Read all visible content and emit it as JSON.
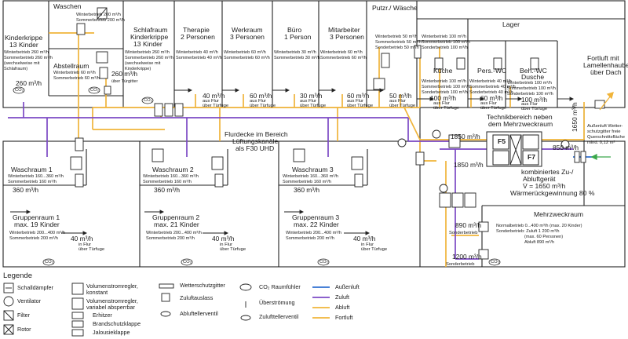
{
  "colors": {
    "walls": "#222222",
    "outside_air": "#2f6fd0",
    "supply_air": "#7b49c4",
    "exhaust_air": "#f0b43a",
    "return_air": "#f0b43a",
    "outdoor_arrow": "#3aa84a"
  },
  "rooms": {
    "kinderkrippe": {
      "name": "Kinderkrippe",
      "capacity": "13 Kinder",
      "winter": "Winterbetrieb 260 m³/h",
      "summer": "Sommerbetrieb 260 m³/h",
      "note": "(wechselweise mit",
      "note2": "Schlafraum)",
      "flow": "260 m³/h"
    },
    "waschen": {
      "name": "Waschen",
      "winter": "Winterbetrieb 200 m³/h",
      "summer": "Sommerbetrieb 200 m³/h"
    },
    "abstellraum": {
      "name": "Abstellraum",
      "winter": "Winterbetrieb 60 m³/h",
      "summer": "Sommerbetrieb 60 m³/h",
      "flow": "260 m³/h",
      "overflow": "über Türgitter"
    },
    "schlafraum": {
      "name": "Schlafraum",
      "subtitle": "Kinderkrippe",
      "capacity": "13 Kinder",
      "winter": "Winterbetrieb 260 m³/h",
      "summer": "Sommerbetrieb 260 m³/h",
      "note": "(wechselweise mit",
      "note2": "Kinderkrippe)"
    },
    "therapie": {
      "name": "Therapie",
      "capacity": "2 Personen",
      "winter": "Winterbetrieb 40 m³/h",
      "summer": "Sommerbetrieb 40 m³/h",
      "flow": "40 m³/h",
      "flow_note": "aus Flur",
      "flow_note2": "über Türfuge"
    },
    "werkraum": {
      "name": "Werkraum",
      "capacity": "3 Personen",
      "winter": "Winterbetrieb 60 m³/h",
      "summer": "Sommerbetrieb 60 m³/h",
      "flow": "60 m³/h",
      "flow_note": "aus Flur",
      "flow_note2": "über Türfuge"
    },
    "buero": {
      "name": "Büro",
      "capacity": "1 Person",
      "winter": "Winterbetrieb 30 m³/h",
      "summer": "Sommerbetrieb 30 m³/h",
      "flow": "30 m³/h",
      "flow_note": "aus Flur",
      "flow_note2": "über Türfuge"
    },
    "mitarbeiter": {
      "name": "Mitarbeiter",
      "capacity": "3 Personen",
      "winter": "Winterbetrieb 60 m³/h",
      "summer": "Sommerbetrieb 60 m³/h",
      "flow": "60 m³/h",
      "flow_note": "aus Flur",
      "flow_note2": "über Türfuge"
    },
    "putzr": {
      "name": "Putzr./ Wäsche",
      "winter": "Winterbetrieb 50 m³/h",
      "summer": "Sommerbetrieb 50 m³/h",
      "extra": "Sonderbetrieb 50 m³/h",
      "flow": "50 m³/h",
      "flow_note": "aus Flur",
      "flow_note2": "über Türfuge"
    },
    "lager": {
      "name": "Lager"
    },
    "lager_kueche": {
      "winter": "Winterbetrieb 100 m³/h",
      "summer": "Sommerbetrieb 100 m³/h",
      "extra": "Sonderbetrieb 100 m³/h"
    },
    "kueche": {
      "name": "Küche",
      "winter": "Winterbetrieb 100 m³/h",
      "summer": "Sommerbetrieb 100 m³/h",
      "extra": "Sonderbetrieb 100 m³/h",
      "flow": "100 m³/h",
      "flow_note": "aus Flur",
      "flow_note2": "über Türfuge"
    },
    "perswc": {
      "name": "Pers.-WC",
      "winter": "Winterbetrieb 40 m³/h",
      "summer": "Sommerbetrieb 40 m³/h",
      "extra": "Sonderbetrieb 40 m³/h",
      "flow": "60 m³/h",
      "flow_note": "aus Flur",
      "flow_note2": "über Türfuge"
    },
    "behwc": {
      "name": "Beh.-WC",
      "subtitle": "Dusche",
      "winter": "Winterbetrieb 100 m³/h",
      "summer": "Sommerbetrieb 100 m³/h",
      "extra": "Sonderbetrieb 100 m³/h",
      "flow": "100 m³/h",
      "flow_note": "aus Flur",
      "flow_note2": "über Türfuge"
    },
    "waschraum1": {
      "name": "Waschraum 1",
      "winter": "Winterbetrieb 160...360 m³/h",
      "summer": "Sommerbetrieb 160 m³/h",
      "flow": "360 m³/h"
    },
    "waschraum2": {
      "name": "Waschraum 2",
      "winter": "Winterbetrieb 160...360 m³/h",
      "summer": "Sommerbetrieb 160 m³/h",
      "flow": "360 m³/h"
    },
    "waschraum3": {
      "name": "Waschraum 3",
      "winter": "Winterbetrieb 160...360 m³/h",
      "summer": "Sommerbetrieb 160 m³/h",
      "flow": "360 m³/h"
    },
    "gruppe1": {
      "name": "Gruppenraum 1",
      "capacity": "max. 19 Kinder",
      "winter": "Winterbetrieb 200...400 m³/h",
      "summer": "Sommerbetrieb 200 m³/h",
      "flow": "40 m³/h",
      "flow_note": "in Flur",
      "flow_note2": "über Türfuge"
    },
    "gruppe2": {
      "name": "Gruppenraum 2",
      "capacity": "max. 21 Kinder",
      "winter": "Winterbetrieb 200...400 m³/h",
      "summer": "Sommerbetrieb 200 m³/h",
      "flow": "40 m³/h",
      "flow_note": "in Flur",
      "flow_note2": "über Türfuge"
    },
    "gruppe3": {
      "name": "Gruppenraum 3",
      "capacity": "max. 22 Kinder",
      "winter": "Winterbetrieb 200...400 m³/h",
      "summer": "Sommerbetrieb 200 m³/h",
      "flow": "40 m³/h",
      "flow_note": "in Flur",
      "flow_note2": "über Türfuge"
    },
    "mehrzweck": {
      "name": "Mehrzweckraum",
      "line1": "Normalbetrieb 0...400 m³/h (max. 20 Kinder)",
      "line2": "Sonderbetrieb: Zuluft 1 200 m³/h",
      "line3": "(max. 60 Personen)",
      "line4": "Abluft 890 m³/h",
      "flow_a": "890 m³/h",
      "flow_a_note": "Sonderbetrieb",
      "flow_b": "1200 m³/h",
      "flow_b_note": "Sonderbetrieb"
    },
    "flurdecke": {
      "line1": "Flurdecke im Bereich",
      "line2": "Lüftungskanäle",
      "line3": "als F30 UHD"
    },
    "technik": {
      "line1": "Technikbereich neben",
      "line2": "dem Mehrzweckraum"
    }
  },
  "unit": {
    "line1": "kombiniertes Zu-/",
    "line2": "Abluftgerät",
    "line3": "V̇ = 1650 m³/h",
    "line4": "Wärmerückgewinnung 80 %",
    "fan_supply": "F5",
    "fan_exhaust": "F7",
    "flow_top": "1850 m³/h",
    "flow_bottom": "1850 m³/h",
    "flow_right": "850 m³/h",
    "flow_vertical": "1650 m³/h"
  },
  "outside": {
    "fortluft_line1": "Fortluft mit",
    "fortluft_line2": "Lamellenhaube",
    "fortluft_line3": "über Dach",
    "aussenluft_line1": "Außenluft Wetter-",
    "aussenluft_line2": "schutzgitter freie",
    "aussenluft_line3": "Querschnittsfläche",
    "aussenluft_line4": "mind. 0,12 m²"
  },
  "sensor": "CO₂",
  "legend": {
    "title": "Legende",
    "col1": [
      "Schalldämpfer",
      "Ventilator",
      "Filter",
      "Rotor"
    ],
    "col2a": "Volumenstromregler,",
    "col2a2": "konstant",
    "col2b": "Volumenstromregler,",
    "col2b2": "variabel absperrbar",
    "col2c": "Erhitzer",
    "col2d": "Brandschutzklappe",
    "col2e": "Jalousieklappe",
    "col3": [
      "Wetterschutzgitter",
      "Zuluftauslass",
      "Abluftellerventil"
    ],
    "col4a": "CO₂ Raumfühler",
    "col4b": "Überströmung",
    "col4c": "Zulufttellerventil",
    "col5": [
      "Außenluft",
      "Zuluft",
      "Abluft",
      "Fortluft"
    ]
  }
}
